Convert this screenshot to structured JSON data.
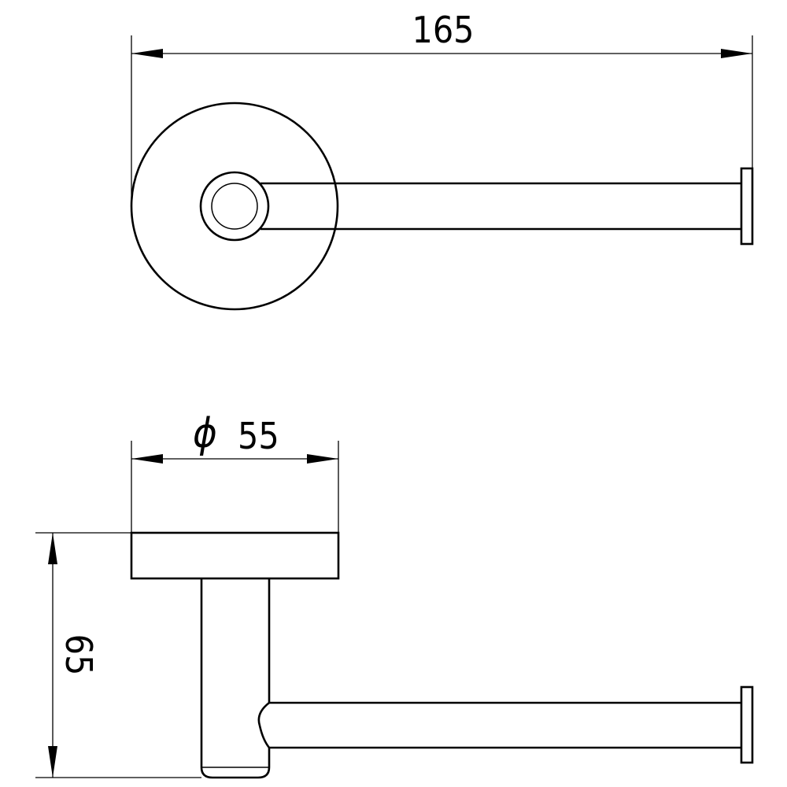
{
  "dimensions": {
    "overall_length": "165",
    "base_diameter_symbol": "ϕ",
    "base_diameter": "55",
    "projection": "65"
  },
  "colors": {
    "line": "#000000",
    "background": "#ffffff"
  }
}
